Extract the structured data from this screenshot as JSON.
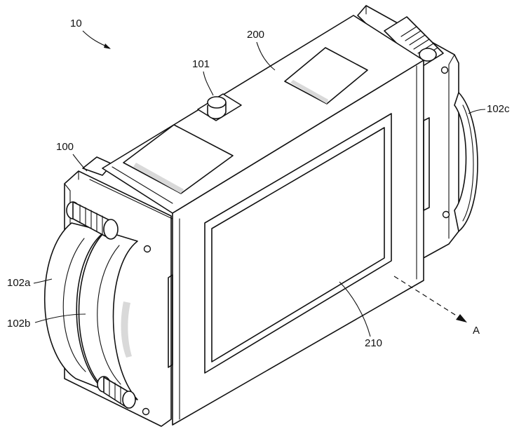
{
  "labels": {
    "ref_10": "10",
    "ref_200": "200",
    "ref_101": "101",
    "ref_102c": "102c",
    "ref_100": "100",
    "ref_102a": "102a",
    "ref_102b": "102b",
    "ref_210": "210",
    "ref_A": "A"
  }
}
